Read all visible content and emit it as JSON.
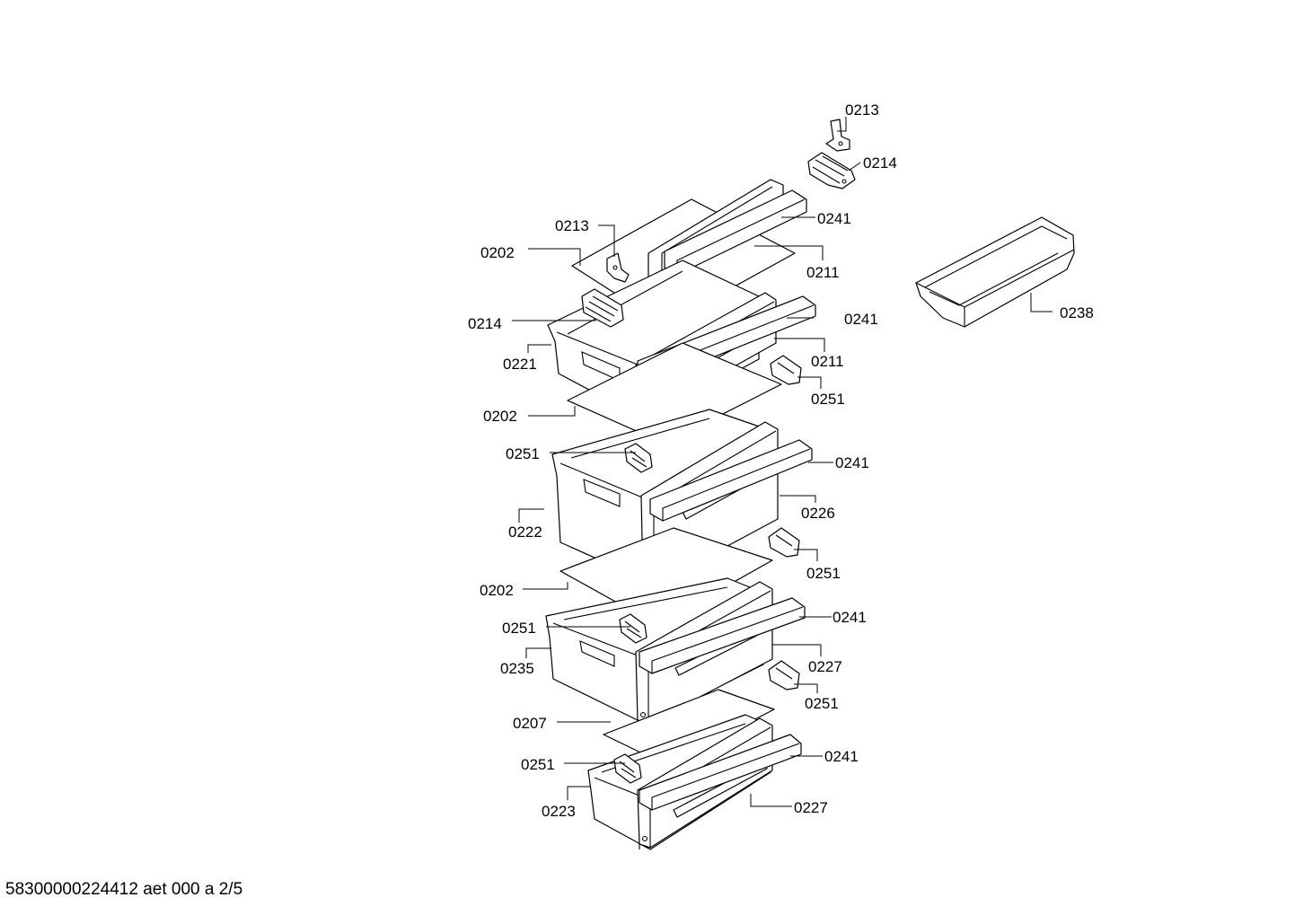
{
  "footer_code": "58300000224412 aet 000 a 2/5",
  "callouts": [
    {
      "id": "c1",
      "label": "0213"
    },
    {
      "id": "c2",
      "label": "0214"
    },
    {
      "id": "c3",
      "label": "0241"
    },
    {
      "id": "c4",
      "label": "0211"
    },
    {
      "id": "c5",
      "label": "0213"
    },
    {
      "id": "c6",
      "label": "0202"
    },
    {
      "id": "c7",
      "label": "0238"
    },
    {
      "id": "c8",
      "label": "0214"
    },
    {
      "id": "c9",
      "label": "0241"
    },
    {
      "id": "c10",
      "label": "0221"
    },
    {
      "id": "c11",
      "label": "0211"
    },
    {
      "id": "c12",
      "label": "0251"
    },
    {
      "id": "c13",
      "label": "0202"
    },
    {
      "id": "c14",
      "label": "0251"
    },
    {
      "id": "c15",
      "label": "0241"
    },
    {
      "id": "c16",
      "label": "0226"
    },
    {
      "id": "c17",
      "label": "0222"
    },
    {
      "id": "c18",
      "label": "0251"
    },
    {
      "id": "c19",
      "label": "0202"
    },
    {
      "id": "c20",
      "label": "0241"
    },
    {
      "id": "c21",
      "label": "0251"
    },
    {
      "id": "c22",
      "label": "0235"
    },
    {
      "id": "c23",
      "label": "0227"
    },
    {
      "id": "c24",
      "label": "0251"
    },
    {
      "id": "c25",
      "label": "0207"
    },
    {
      "id": "c26",
      "label": "0241"
    },
    {
      "id": "c27",
      "label": "0251"
    },
    {
      "id": "c28",
      "label": "0223"
    },
    {
      "id": "c29",
      "label": "0227"
    }
  ]
}
